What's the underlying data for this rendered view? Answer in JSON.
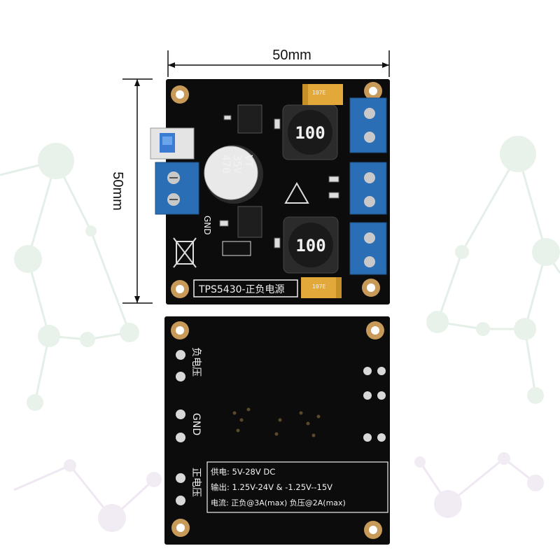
{
  "dimensions": {
    "width_label": "50mm",
    "height_label": "50mm"
  },
  "top_board": {
    "title": "TPS5430-正负电源",
    "gnd_label": "GND",
    "cap_text_1": "470",
    "cap_text_2": "35V",
    "cap_text_3": "VT",
    "inductor_1": "100",
    "inductor_2": "100",
    "tant_1": "107E",
    "tant_2": "107E"
  },
  "bottom_board": {
    "label_negative": "负电压",
    "label_gnd": "GND",
    "label_positive": "正电压",
    "spec_supply": "供电:  5V-28V DC",
    "spec_output": "输出:  1.25V-24V & -1.25V--15V",
    "spec_current": "电流:  正负@3A(max) 负压@2A(max)"
  },
  "colors": {
    "pcb": "#0c0c0c",
    "terminal": "#2a6fb5",
    "pad": "#c79a5a",
    "molecule": "#b9d8c2"
  }
}
